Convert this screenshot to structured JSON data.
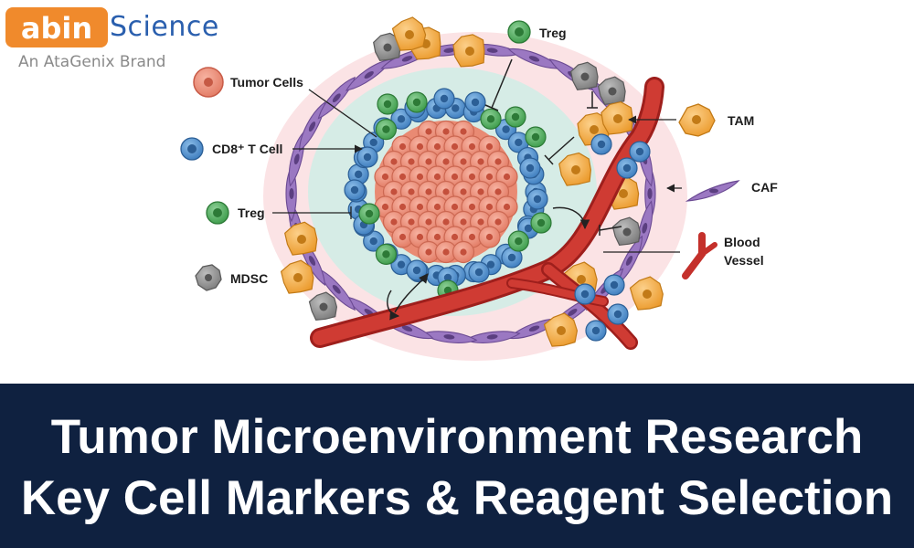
{
  "logo": {
    "mark": "abin",
    "name": "Science",
    "tagline": "An AtaGenix Brand"
  },
  "diagram": {
    "labels": {
      "tumor_cells": "Tumor Cells",
      "cd8_t_cell": "CD8⁺ T Cell",
      "treg_left": "Treg",
      "treg_top": "Treg",
      "mdsc": "MDSC",
      "tam": "TAM",
      "caf": "CAF",
      "blood_vessel_1": "Blood",
      "blood_vessel_2": "Vessel"
    },
    "colors": {
      "tumor": "#ee8a74",
      "t_cell": "#4f8fcc",
      "treg": "#4caf5a",
      "mdsc": "#8c8c8c",
      "tam": "#f2a93b",
      "caf": "#8e6ab5",
      "vessel": "#c4302b",
      "stroma": "#d6ece6",
      "background": "#fbe3e5"
    }
  },
  "banner": {
    "line1": "Tumor Microenvironment Research",
    "line2": "Key Cell Markers & Reagent Selection",
    "background": "#0f2140"
  }
}
